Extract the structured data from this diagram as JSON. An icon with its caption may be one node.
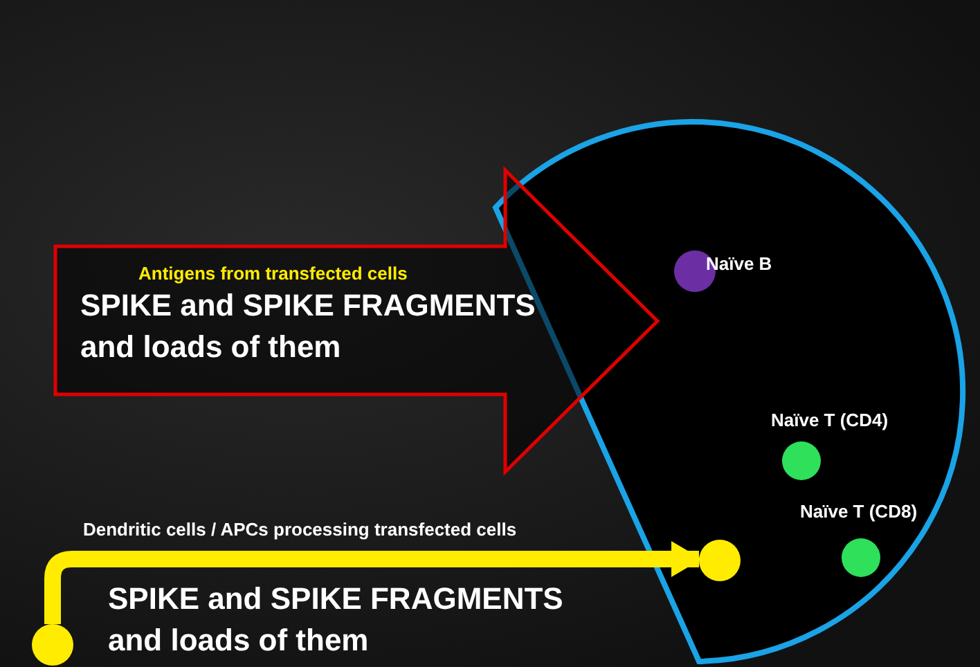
{
  "diagram": {
    "nodes": [
      {
        "text": [],
        "shape": "circle"
      },
      {
        "text": [],
        "shape": "circle",
        "in": 0,
        "beside": [
          "Naïve B"
        ]
      },
      {
        "text": [
          "Antigens from transfected cells",
          "SPIKE and SPIKE FRAGMENTS and loads of them"
        ]
      },
      {
        "text": [],
        "shape": "circle",
        "in": 0,
        "beside": [
          "Naïve T (CD4)"
        ]
      },
      {
        "text": [],
        "shape": "circle",
        "in": 0,
        "beside": [
          "Naïve T (CD8)"
        ]
      },
      {
        "text": [],
        "shape": "circle",
        "in": 0
      },
      {
        "text": [],
        "shape": "circle",
        "beside": [
          "SPIKE and SPIKE FRAGMENTS and loads of them"
        ]
      }
    ],
    "edges": [
      {
        "from": 6,
        "to": 5,
        "arrow": "to",
        "label": "Dendritic cells / APCs processing transfected cells"
      }
    ]
  }
}
